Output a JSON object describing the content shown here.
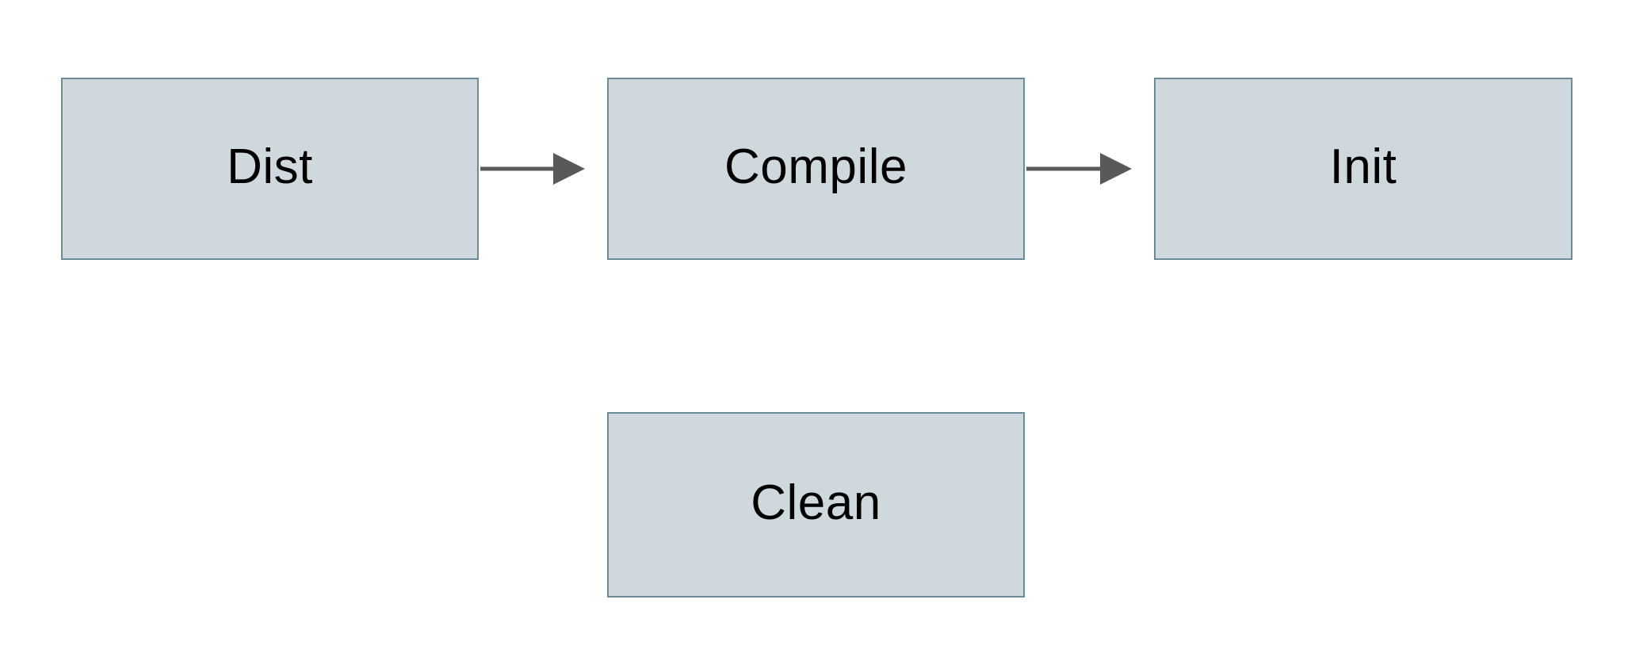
{
  "diagram": {
    "type": "flowchart",
    "nodes": [
      {
        "id": "dist",
        "label": "Dist"
      },
      {
        "id": "compile",
        "label": "Compile"
      },
      {
        "id": "init",
        "label": "Init"
      },
      {
        "id": "clean",
        "label": "Clean"
      }
    ],
    "edges": [
      {
        "from": "dist",
        "to": "compile",
        "style": "arrow-right"
      },
      {
        "from": "compile",
        "to": "init",
        "style": "arrow-right"
      }
    ],
    "colors": {
      "node_fill": "#cfd9dd",
      "node_border": "#6e8a97",
      "arrow": "#595959",
      "text": "#000000",
      "background": "#ffffff"
    }
  }
}
